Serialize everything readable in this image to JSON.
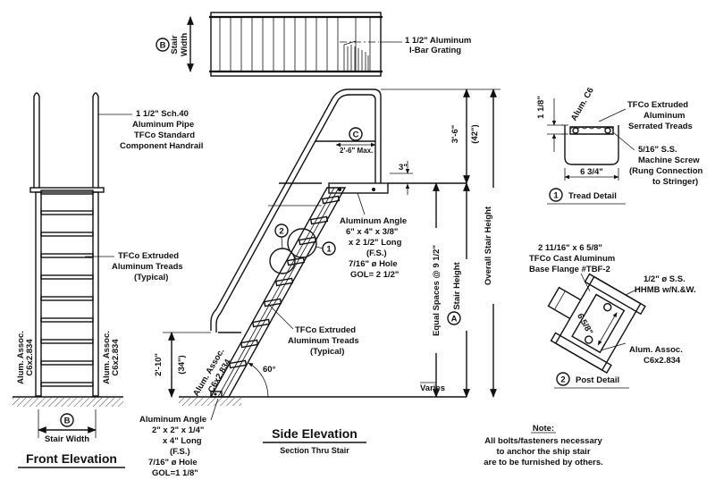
{
  "views": {
    "front_title": "Front Elevation",
    "side_title": "Side Elevation",
    "side_subtitle": "Section Thru Stair"
  },
  "top_view": {
    "bubble": "B",
    "width_label_1": "Stair",
    "width_label_2": "Width",
    "grating_1": "1 1/2\" Aluminum",
    "grating_2": "I-Bar Grating"
  },
  "front": {
    "handrail_1": "1 1/2\" Sch.40",
    "handrail_2": "Aluminum Pipe",
    "handrail_3": "TFCo Standard",
    "handrail_4": "Component Handrail",
    "treads_1": "TFCo Extruded",
    "treads_2": "Aluminum Treads",
    "treads_3": "(Typical)",
    "channel_1": "Alum. Assoc.",
    "channel_2": "C6x2.834",
    "bubble": "B",
    "stair_width": "Stair Width"
  },
  "side": {
    "dim_c": "C",
    "max_note": "2'-6\" Max.",
    "dim_3in": "3\"",
    "dim_36": "3'-6\"",
    "dim_42": "(42\")",
    "angle_top_1": "Aluminum Angle",
    "angle_top_2": "6\" x 4\" x 3/8\"",
    "angle_top_3": "x 2 1/2\" Long",
    "angle_top_4": "(F.S.)",
    "angle_top_5": "7/16\" ø Hole",
    "angle_top_6": "GOL= 2 1/2\"",
    "callout_1": "1",
    "callout_2": "2",
    "treads_1": "TFCo Extruded",
    "treads_2": "Aluminum Treads",
    "treads_3": "(Typical)",
    "equal_spaces": "Equal Spaces @ 9 1/2\"",
    "stair_height_bubble": "A",
    "stair_height": "Stair Height",
    "overall": "Overall Stair Height",
    "varies": "Varies",
    "dim_210": "2'-10\"",
    "dim_34": "(34\")",
    "angle": "60°",
    "channel_1": "Alum. Assoc.",
    "channel_2": "C6x2.834",
    "angle_bot_1": "Aluminum Angle",
    "angle_bot_2": "2\" x 2\" x 1/4\"",
    "angle_bot_3": "x 4\" Long",
    "angle_bot_4": "(F.S.)",
    "angle_bot_5": "7/16\" ø Hole",
    "angle_bot_6": "GOL=1 1/8\""
  },
  "tread_detail": {
    "dim_118": "1 1/8\"",
    "channel": "Alum. C6",
    "serrated_1": "TFCo Extruded",
    "serrated_2": "Aluminum",
    "serrated_3": "Serrated Treads",
    "screw_1": "5/16\" S.S.",
    "screw_2": "Machine Screw",
    "screw_3": "(Rung Connection",
    "screw_4": "to Stringer)",
    "dim_634": "6 3/4\"",
    "number": "1",
    "title": "Tread Detail"
  },
  "post_detail": {
    "flange_1": "2 11/16\" x 6 5/8\"",
    "flange_2": "TFCo Cast Aluminum",
    "flange_3": "Base Flange #TBF-2",
    "bolt_1": "1/2\" ø S.S.",
    "bolt_2": "HHMB w/N.&W.",
    "dim_658": "6 5/8\"",
    "channel_1": "Alum. Assoc.",
    "channel_2": "C6x2.834",
    "number": "2",
    "title": "Post Detail"
  },
  "note": {
    "heading": "Note:",
    "line1": "All bolts/fasteners necessary",
    "line2": "to anchor the ship stair",
    "line3": "are to be furnished by others."
  }
}
